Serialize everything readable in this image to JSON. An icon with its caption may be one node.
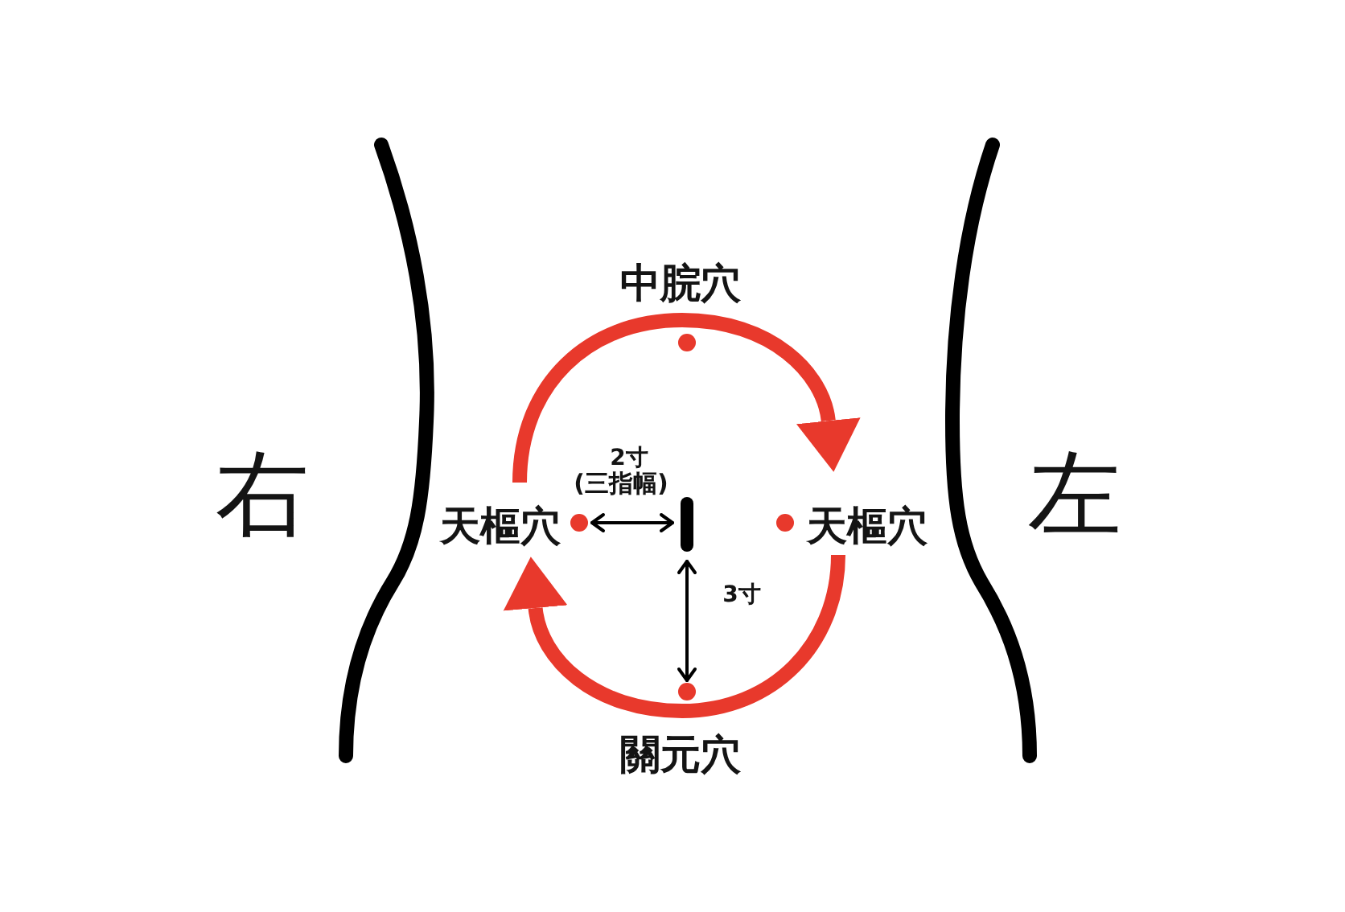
{
  "diagram": {
    "nodes": [
      {
        "text": [
          "中脘穴"
        ]
      },
      {
        "text": [
          "天樞穴"
        ]
      },
      {
        "text": [
          "天樞穴"
        ]
      },
      {
        "text": [
          "關元穴"
        ]
      }
    ],
    "edges": [
      {
        "from": 1,
        "to": 2,
        "arrow": "to"
      },
      {
        "from": 2,
        "to": 1,
        "arrow": "to"
      }
    ],
    "labels": [
      "右",
      "2寸",
      "(三指幅)",
      "3寸",
      "左"
    ]
  }
}
